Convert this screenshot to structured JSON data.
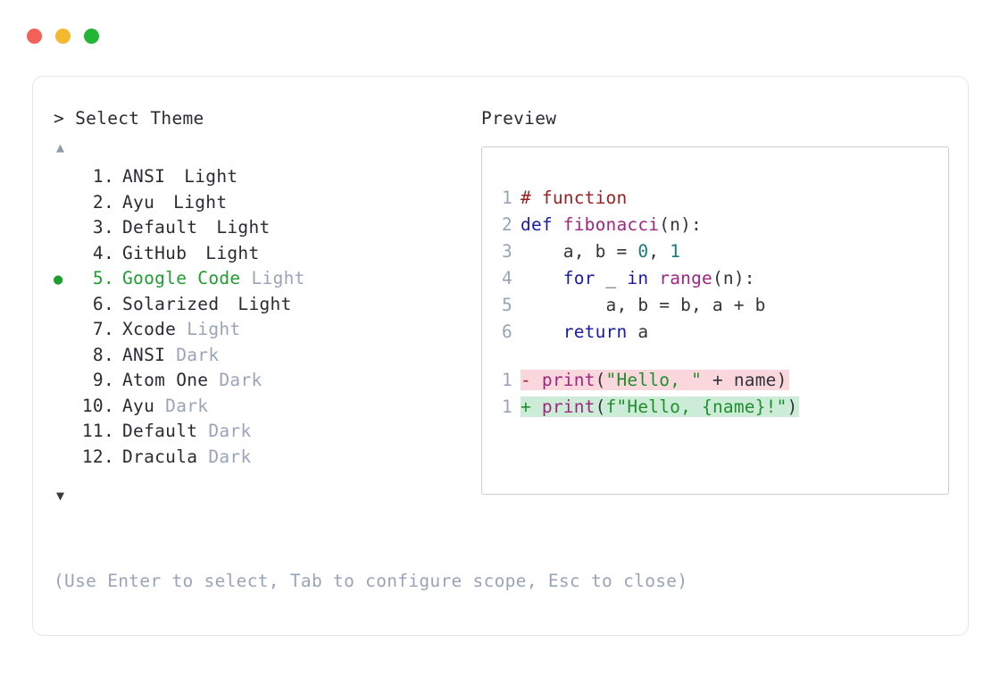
{
  "window": {
    "dots": [
      {
        "name": "close",
        "color": "#f4605a"
      },
      {
        "name": "minimize",
        "color": "#f5b82e"
      },
      {
        "name": "maximize",
        "color": "#22b536"
      }
    ]
  },
  "selector": {
    "prompt": "> Select Theme",
    "scroll_up": "▲",
    "scroll_down": "▼",
    "selected_index": 5,
    "selected_bullet": "●",
    "items": [
      {
        "number": "1.",
        "name": "ANSI",
        "variant": "Light",
        "variant_muted": false,
        "selected": false
      },
      {
        "number": "2.",
        "name": "Ayu",
        "variant": "Light",
        "variant_muted": false,
        "selected": false
      },
      {
        "number": "3.",
        "name": "Default",
        "variant": "Light",
        "variant_muted": false,
        "selected": false
      },
      {
        "number": "4.",
        "name": "GitHub",
        "variant": "Light",
        "variant_muted": false,
        "selected": false
      },
      {
        "number": "5.",
        "name": "Google Code",
        "variant": "Light",
        "variant_muted": true,
        "selected": true
      },
      {
        "number": "6.",
        "name": "Solarized",
        "variant": "Light",
        "variant_muted": false,
        "selected": false
      },
      {
        "number": "7.",
        "name": "Xcode",
        "variant": "Light",
        "variant_muted": true,
        "selected": false
      },
      {
        "number": "8.",
        "name": "ANSI",
        "variant": "Dark",
        "variant_muted": true,
        "selected": false
      },
      {
        "number": "9.",
        "name": "Atom One",
        "variant": "Dark",
        "variant_muted": true,
        "selected": false
      },
      {
        "number": "10.",
        "name": "Ayu",
        "variant": "Dark",
        "variant_muted": true,
        "selected": false
      },
      {
        "number": "11.",
        "name": "Default",
        "variant": "Dark",
        "variant_muted": true,
        "selected": false
      },
      {
        "number": "12.",
        "name": "Dracula",
        "variant": "Dark",
        "variant_muted": true,
        "selected": false
      }
    ],
    "hint": "(Use Enter to select, Tab to configure scope, Esc to close)"
  },
  "preview": {
    "label": "Preview",
    "code_lines": [
      {
        "num": "1",
        "tokens": [
          {
            "t": "# function",
            "c": "tok-comment"
          }
        ]
      },
      {
        "num": "2",
        "tokens": [
          {
            "t": "def ",
            "c": "tok-kw"
          },
          {
            "t": "fibonacci",
            "c": "tok-fn"
          },
          {
            "t": "(n):",
            "c": "tok-plain"
          }
        ]
      },
      {
        "num": "3",
        "tokens": [
          {
            "t": "    a, b = ",
            "c": "tok-plain"
          },
          {
            "t": "0",
            "c": "tok-num"
          },
          {
            "t": ", ",
            "c": "tok-plain"
          },
          {
            "t": "1",
            "c": "tok-num"
          }
        ]
      },
      {
        "num": "4",
        "tokens": [
          {
            "t": "    ",
            "c": "tok-plain"
          },
          {
            "t": "for",
            "c": "tok-kw"
          },
          {
            "t": " _ ",
            "c": "tok-plain"
          },
          {
            "t": "in",
            "c": "tok-kw"
          },
          {
            "t": " ",
            "c": "tok-plain"
          },
          {
            "t": "range",
            "c": "tok-fn"
          },
          {
            "t": "(n):",
            "c": "tok-plain"
          }
        ]
      },
      {
        "num": "5",
        "tokens": [
          {
            "t": "        a, b = b, a + b",
            "c": "tok-plain"
          }
        ]
      },
      {
        "num": "6",
        "tokens": [
          {
            "t": "    ",
            "c": "tok-plain"
          },
          {
            "t": "return",
            "c": "tok-kw"
          },
          {
            "t": " a",
            "c": "tok-plain"
          }
        ]
      }
    ],
    "diff_lines": [
      {
        "num": "1",
        "kind": "del",
        "marker": "-",
        "tokens": [
          {
            "t": "print",
            "c": "tok-fn"
          },
          {
            "t": "(",
            "c": "tok-plain"
          },
          {
            "t": "\"Hello, \"",
            "c": "tok-str"
          },
          {
            "t": " + name)",
            "c": "tok-plain"
          }
        ]
      },
      {
        "num": "1",
        "kind": "add",
        "marker": "+",
        "tokens": [
          {
            "t": "print",
            "c": "tok-fn"
          },
          {
            "t": "(",
            "c": "tok-plain"
          },
          {
            "t": "f\"Hello, {name}!\"",
            "c": "tok-str"
          },
          {
            "t": ")",
            "c": "tok-plain"
          }
        ]
      }
    ]
  }
}
